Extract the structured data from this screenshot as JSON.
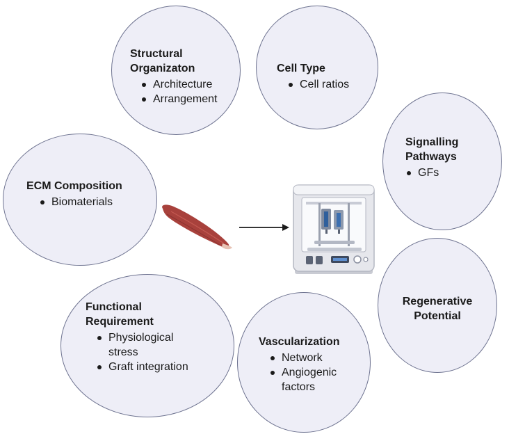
{
  "nodes": {
    "structural": {
      "title": "Structural\nOrganizaton",
      "items": [
        "Architecture",
        "Arrangement"
      ]
    },
    "celltype": {
      "title": "Cell Type",
      "items": [
        "Cell ratios"
      ]
    },
    "signalling": {
      "title": "Signalling\nPathways",
      "items": [
        "GFs"
      ]
    },
    "ecm": {
      "title": "ECM Composition",
      "items": [
        "Biomaterials"
      ]
    },
    "regenerative": {
      "title": "Regenerative\nPotential",
      "items": []
    },
    "functional": {
      "title": "Functional\nRequirement",
      "items": [
        "Physiological\nstress",
        "Graft integration"
      ]
    },
    "vascular": {
      "title": "Vascularization",
      "items": [
        "Network",
        "Angiogenic\nfactors"
      ]
    }
  },
  "colors": {
    "circle_fill": "#eeeef7",
    "circle_stroke": "#6e7390",
    "muscle": "#a8413c",
    "printer_body": "#e6e7ec"
  },
  "icons": [
    "muscle-icon",
    "arrow-right-icon",
    "bioprinter-icon"
  ]
}
